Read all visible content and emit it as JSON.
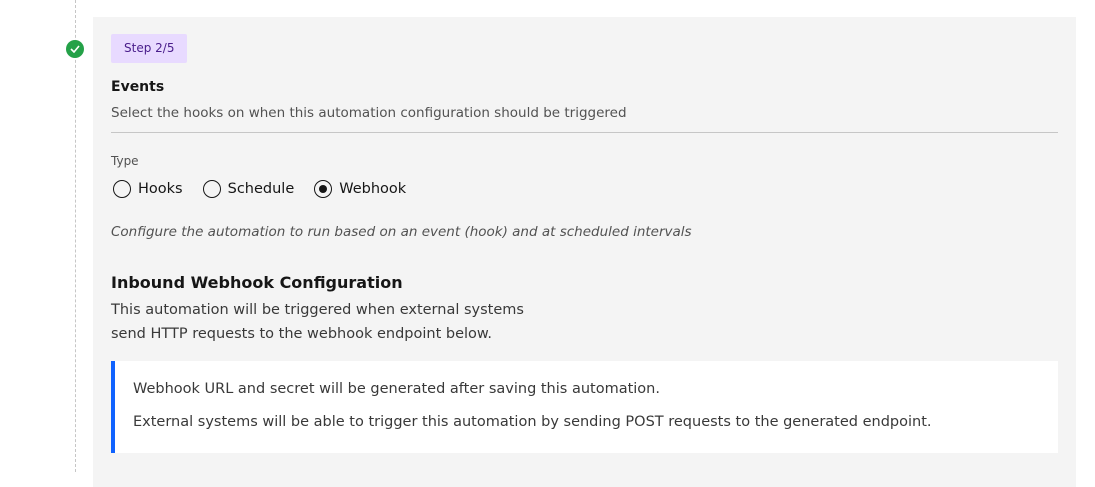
{
  "step": {
    "tag": "Step 2/5",
    "status_icon": "checkmark-icon",
    "status_color": "#24a148"
  },
  "events": {
    "title": "Events",
    "description": "Select the hooks on when this automation configuration should be triggered"
  },
  "type": {
    "label": "Type",
    "options": [
      {
        "label": "Hooks",
        "checked": false
      },
      {
        "label": "Schedule",
        "checked": false
      },
      {
        "label": "Webhook",
        "checked": true
      }
    ],
    "helper": "Configure the automation to run based on an event (hook) and at scheduled intervals"
  },
  "webhook": {
    "title": "Inbound Webhook Configuration",
    "description_line1": "This automation will be triggered when external systems",
    "description_line2": "send HTTP requests to the webhook endpoint below.",
    "info_line1": "Webhook URL and secret will be generated after saving this automation.",
    "info_line2": "External systems will be able to trigger this automation by sending POST requests to the generated endpoint.",
    "accent_color": "#0f62fe"
  }
}
